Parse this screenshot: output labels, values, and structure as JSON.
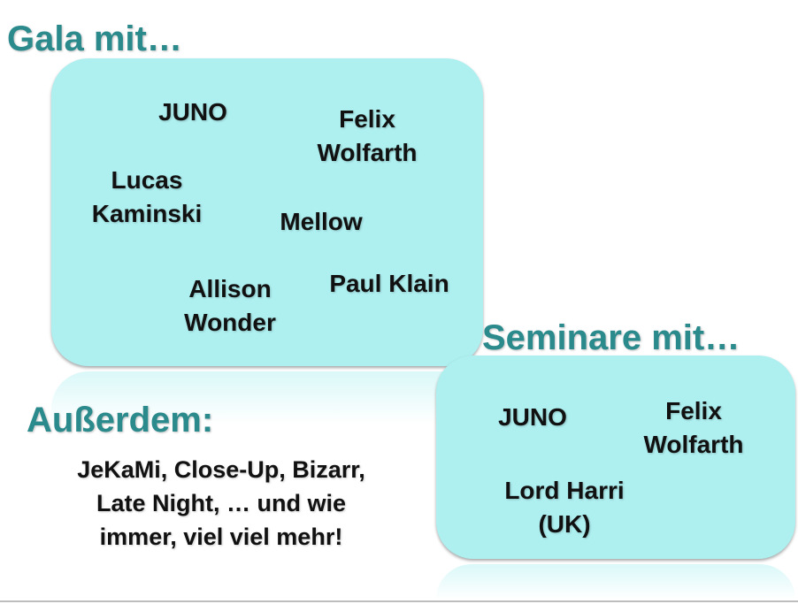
{
  "gala": {
    "heading": "Gala mit…",
    "names": [
      "JUNO",
      "Felix\nWolfarth",
      "Lucas\nKaminski",
      "Mellow",
      "Allison\nWonder",
      "Paul Klain"
    ]
  },
  "seminare": {
    "heading": "Seminare mit…",
    "names": [
      "JUNO",
      "Felix\nWolfarth",
      "Lord Harri\n(UK)"
    ]
  },
  "ausserdem": {
    "heading": "Außerdem:",
    "text": "JeKaMi, Close-Up, Bizarr,\nLate Night, … und wie\nimmer, viel viel mehr!"
  },
  "colors": {
    "heading": "#2b8a8c",
    "box": "#aeeff0",
    "text": "#111111"
  }
}
